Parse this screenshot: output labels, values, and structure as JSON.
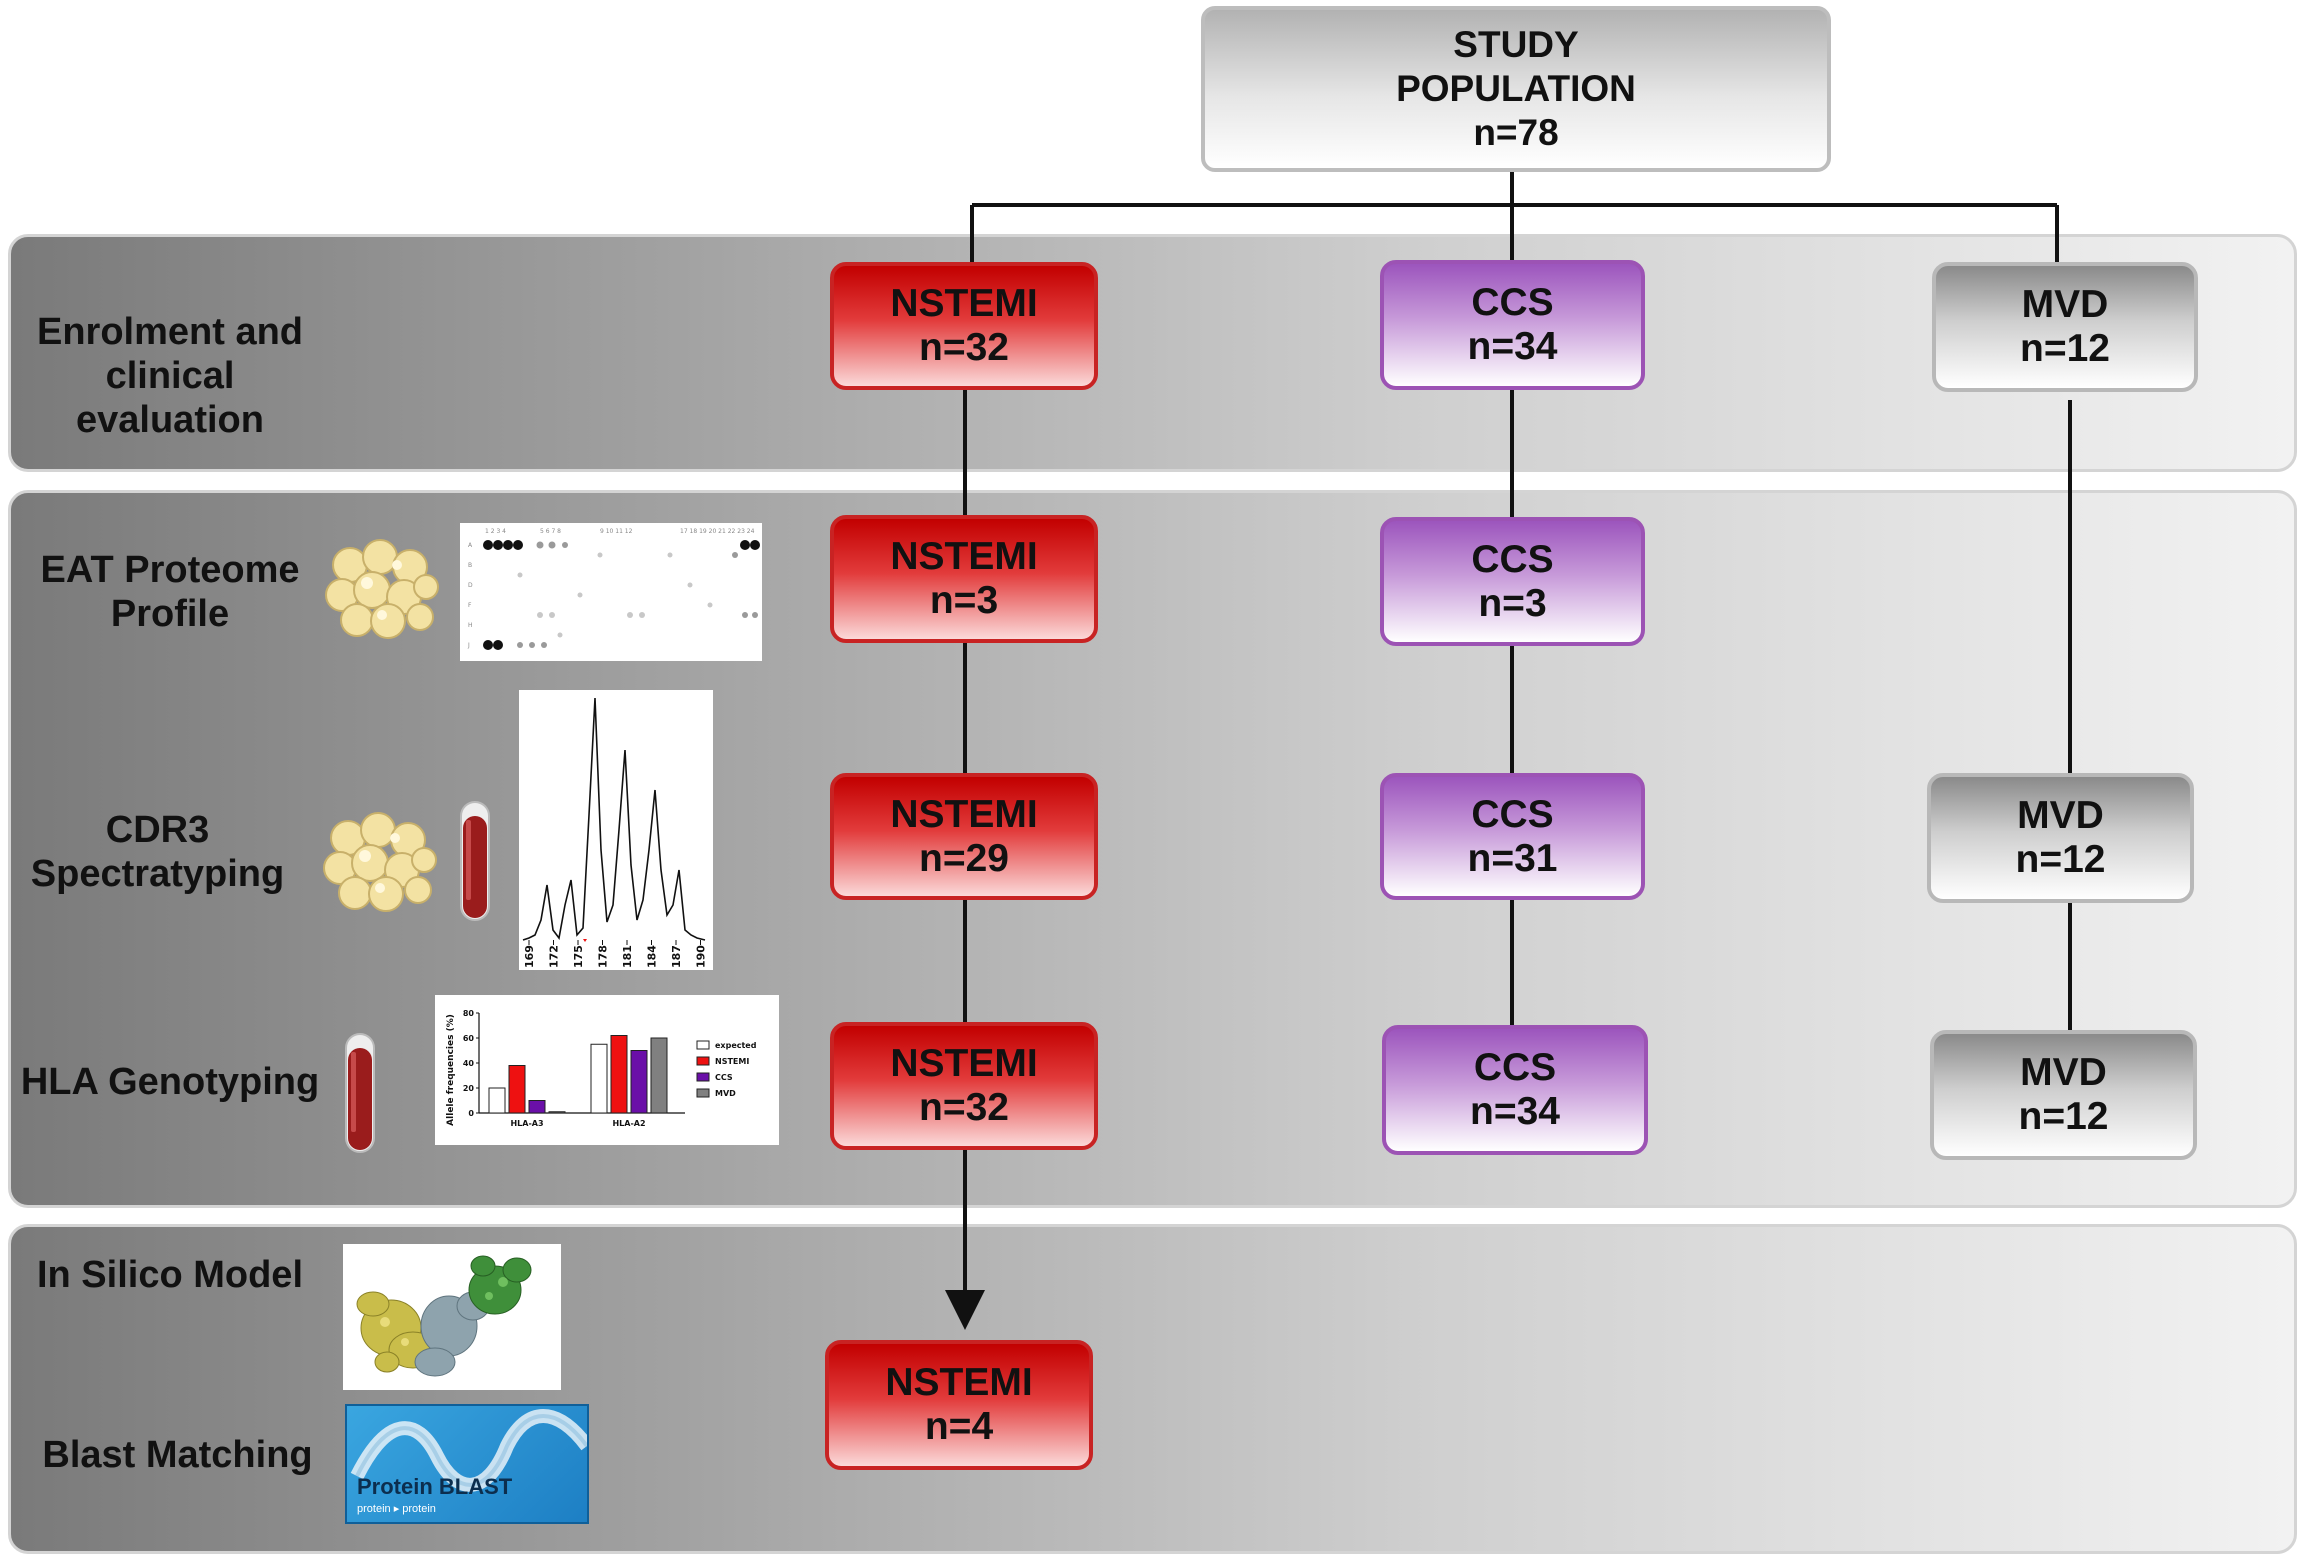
{
  "study": {
    "line1": "STUDY",
    "line2": "POPULATION",
    "count": "n=78"
  },
  "rows": {
    "enrolment": {
      "line1": "Enrolment and",
      "line2": "clinical",
      "line3": "evaluation"
    },
    "proteome": {
      "line1": "EAT Proteome",
      "line2": "Profile"
    },
    "cdr3": {
      "line1": "CDR3",
      "line2": "Spectratyping"
    },
    "hla": {
      "label": "HLA Genotyping"
    },
    "insilico": {
      "label": "In Silico Model"
    },
    "blast": {
      "label": "Blast Matching"
    }
  },
  "groups": {
    "nstemi": "NSTEMI",
    "ccs": "CCS",
    "mvd": "MVD"
  },
  "counts": {
    "enrolment": {
      "nstemi": "n=32",
      "ccs": "n=34",
      "mvd": "n=12"
    },
    "proteome": {
      "nstemi": "n=3",
      "ccs": "n=3"
    },
    "cdr3": {
      "nstemi": "n=29",
      "ccs": "n=31",
      "mvd": "n=12"
    },
    "hla": {
      "nstemi": "n=32",
      "ccs": "n=34",
      "mvd": "n=12"
    },
    "insilico": {
      "nstemi": "n=4"
    }
  },
  "spectratype": {
    "ticks": [
      "169",
      "172",
      "175",
      "178",
      "181",
      "184",
      "187",
      "190"
    ]
  },
  "hla_chart": {
    "type": "bar",
    "ylabel": "Allele frequencies (%)",
    "yticks": [
      "0",
      "20",
      "40",
      "60",
      "80"
    ],
    "ylim": [
      0,
      80
    ],
    "categories": [
      "HLA-A3",
      "HLA-A2"
    ],
    "series": [
      {
        "name": "expected",
        "values": [
          20,
          55
        ],
        "color": "#ffffff"
      },
      {
        "name": "NSTEMI",
        "values": [
          38,
          62
        ],
        "color": "#ee1111"
      },
      {
        "name": "CCS",
        "values": [
          10,
          50
        ],
        "color": "#6a0fa8"
      },
      {
        "name": "MVD",
        "values": [
          1,
          60
        ],
        "color": "#808080"
      }
    ]
  },
  "blast_panel": {
    "title": "Protein BLAST",
    "subtitle": "protein ▸ protein"
  },
  "colors": {
    "nstemi": "#c20000",
    "ccs": "#9c55bd",
    "mvd": "#8a8a8a",
    "connector": "#111111"
  }
}
